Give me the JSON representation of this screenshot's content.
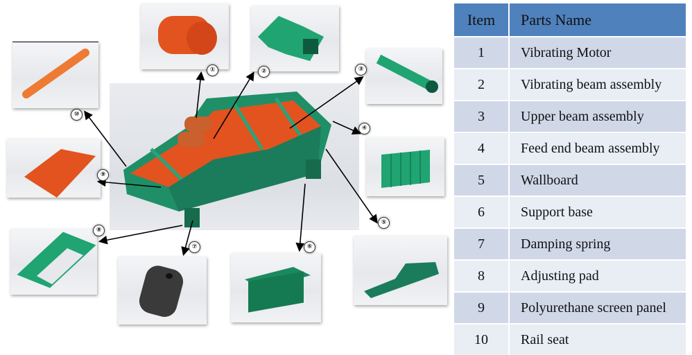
{
  "table": {
    "headers": {
      "item": "Item",
      "name": "Parts Name"
    },
    "rows": [
      {
        "item": "1",
        "name": "Vibrating Motor"
      },
      {
        "item": "2",
        "name": "Vibrating beam assembly"
      },
      {
        "item": "3",
        "name": "Upper beam assembly"
      },
      {
        "item": "4",
        "name": "Feed end beam assembly"
      },
      {
        "item": "5",
        "name": "Wallboard"
      },
      {
        "item": "6",
        "name": "Support base"
      },
      {
        "item": "7",
        "name": "Damping spring"
      },
      {
        "item": "8",
        "name": "Adjusting pad"
      },
      {
        "item": "9",
        "name": "Polyurethane screen panel"
      },
      {
        "item": "10",
        "name": "Rail seat"
      }
    ],
    "colors": {
      "header": "#4f81bd",
      "row_odd": "#d0d8e8",
      "row_even": "#e9edf4"
    }
  },
  "diagram": {
    "main_image": "vibrating-screen-assembly",
    "callouts": [
      "①",
      "②",
      "③",
      "④",
      "⑤",
      "⑥",
      "⑦",
      "⑧",
      "⑨",
      "⑩"
    ],
    "colors": {
      "frame_green": "#1f8f68",
      "panel_orange": "#e2531f",
      "rubber_black": "#3a3a3a"
    }
  }
}
